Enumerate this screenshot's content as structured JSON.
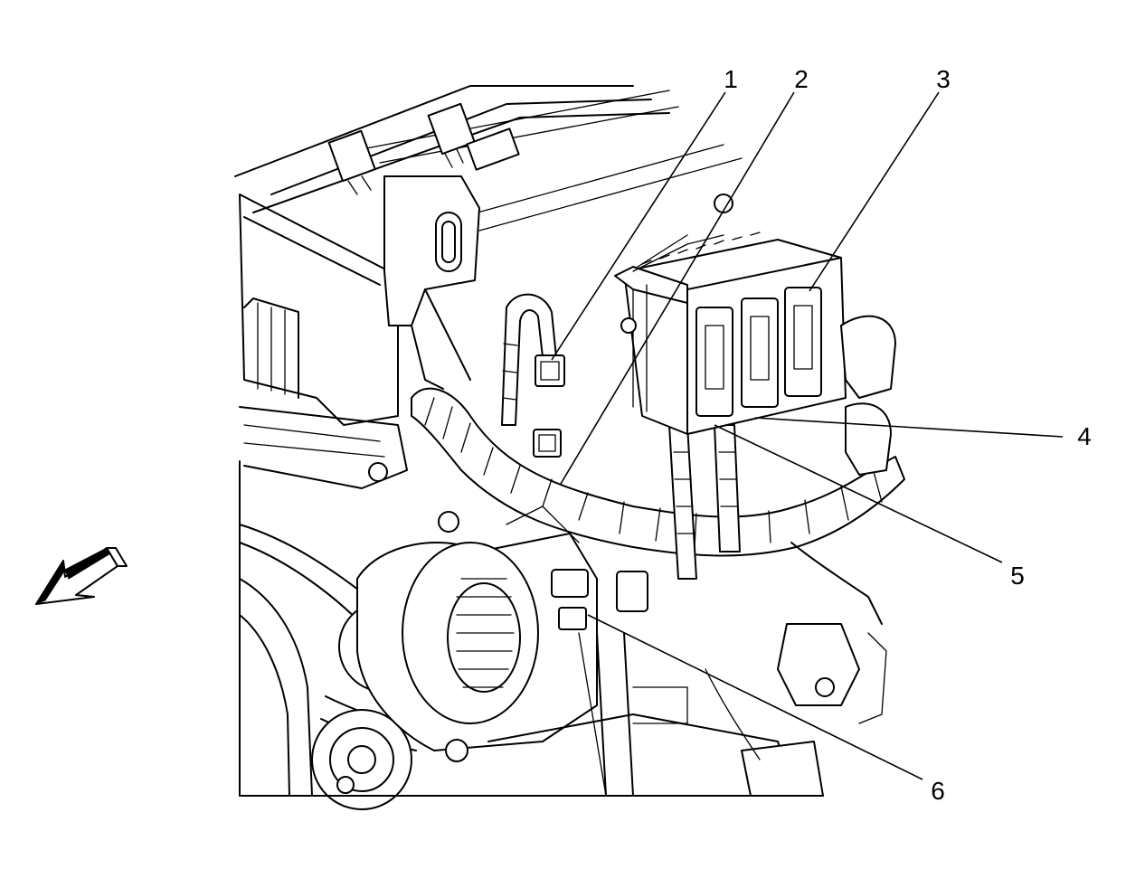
{
  "callouts": [
    {
      "id": "1",
      "label": "1"
    },
    {
      "id": "2",
      "label": "2"
    },
    {
      "id": "3",
      "label": "3"
    },
    {
      "id": "4",
      "label": "4"
    },
    {
      "id": "5",
      "label": "5"
    },
    {
      "id": "6",
      "label": "6"
    }
  ],
  "icons": {
    "direction_arrow": "front-direction-arrow-icon"
  },
  "colors": {
    "line": "#000000",
    "background": "#ffffff"
  }
}
